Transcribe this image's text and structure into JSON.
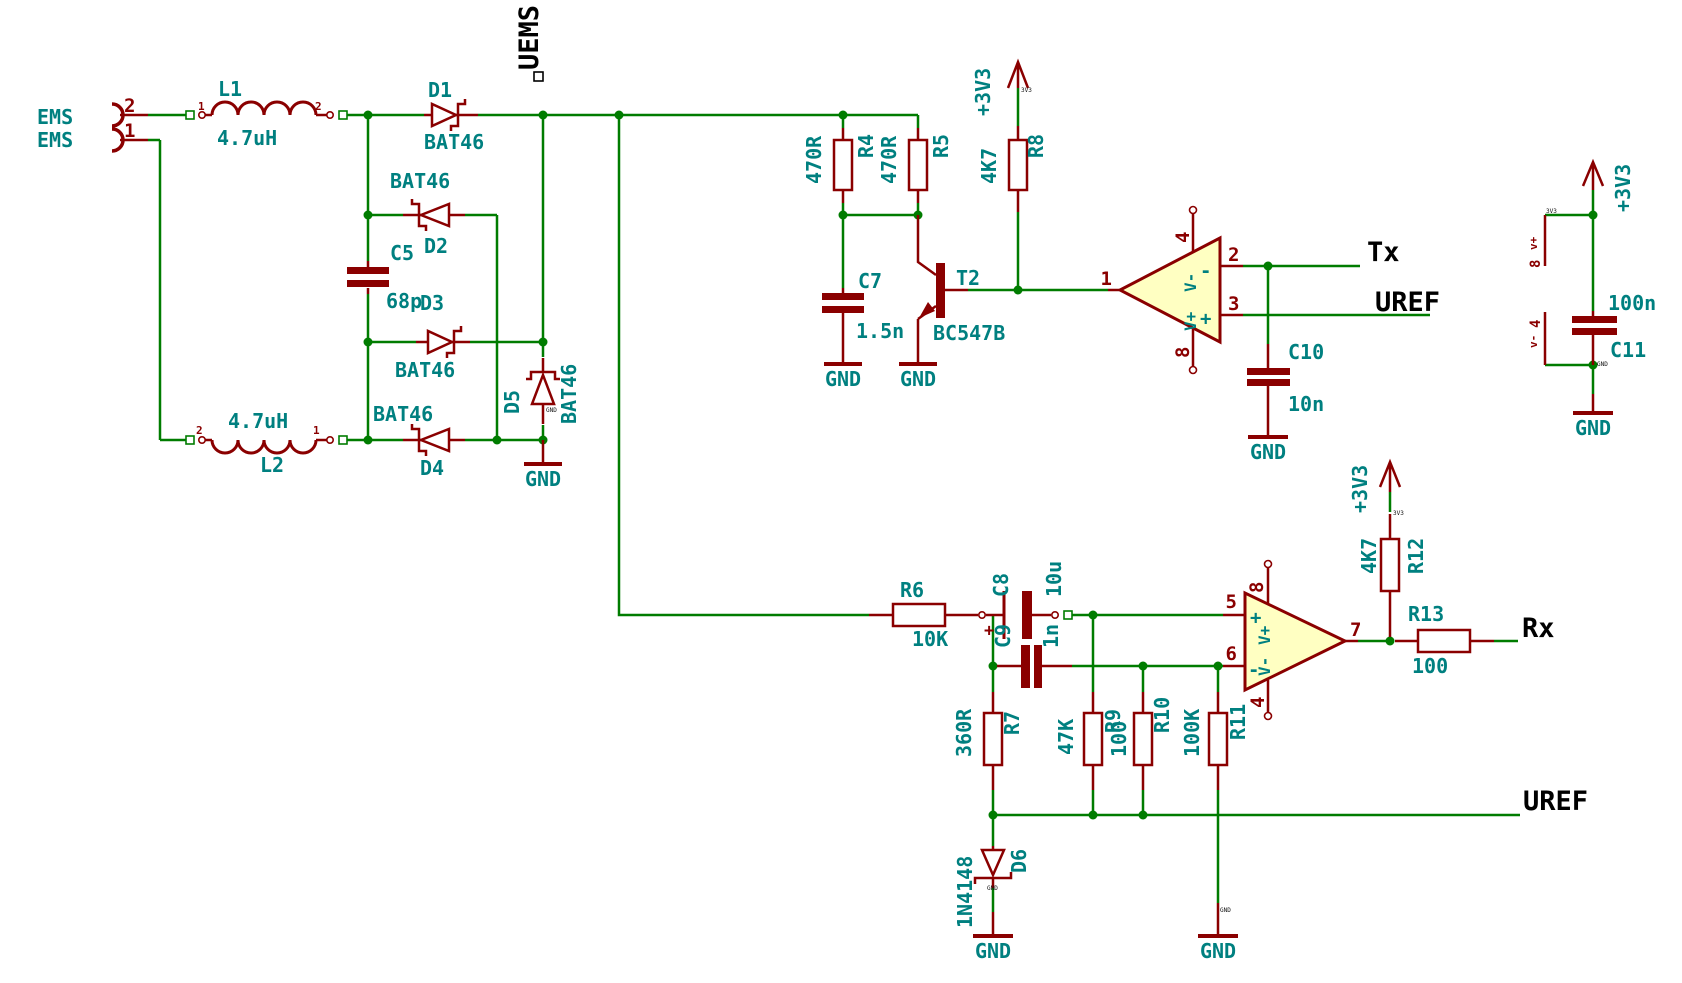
{
  "colors": {
    "wire": "#007C00",
    "symbol": "#8A0000",
    "label": "#008080",
    "net_label": "#000000",
    "opamp_fill": "#FFFFC2",
    "background": "#FFFFFF"
  },
  "net_labels": {
    "uems": "UEMS",
    "tx": "Tx",
    "uref": "UREF",
    "rx": "Rx"
  },
  "power": {
    "v33": "+3V3",
    "gnd": "GND"
  },
  "micro": {
    "v33": "3V3",
    "gnd": "GND"
  },
  "connector": {
    "name": "EMS",
    "pin1": "1",
    "pin2": "2"
  },
  "inductor_pins": {
    "p1": "1",
    "p2": "2"
  },
  "parts": {
    "L1": {
      "name": "L1",
      "value": "4.7uH"
    },
    "L2": {
      "name": "L2",
      "value": "4.7uH"
    },
    "D1": {
      "name": "D1",
      "value": "BAT46"
    },
    "D2": {
      "name": "D2",
      "value": "BAT46"
    },
    "D3": {
      "name": "D3",
      "value": "BAT46"
    },
    "D4": {
      "name": "D4",
      "value": "BAT46"
    },
    "D5": {
      "name": "D5",
      "value": "BAT46"
    },
    "D6": {
      "name": "D6",
      "value": "1N4148"
    },
    "C5": {
      "name": "C5",
      "value": "68p"
    },
    "C7": {
      "name": "C7",
      "value": "1.5n"
    },
    "C8": {
      "name": "C8",
      "value": "10u",
      "polarity": "+"
    },
    "C9": {
      "name": "C9",
      "value": "1n"
    },
    "C10": {
      "name": "C10",
      "value": "10n"
    },
    "C11": {
      "name": "C11",
      "value": "100n"
    },
    "R4": {
      "name": "R4",
      "value": "470R"
    },
    "R5": {
      "name": "R5",
      "value": "470R"
    },
    "R6": {
      "name": "R6",
      "value": "10K"
    },
    "R7": {
      "name": "R7",
      "value": "360R"
    },
    "R8": {
      "name": "R8",
      "value": "4K7"
    },
    "R9": {
      "name": "R9",
      "value": "47K"
    },
    "R10": {
      "name": "R10",
      "value": "100"
    },
    "R11": {
      "name": "R11",
      "value": "100K"
    },
    "R12": {
      "name": "R12",
      "value": "4K7"
    },
    "R13": {
      "name": "R13",
      "value": "100"
    },
    "T2": {
      "name": "T2",
      "value": "BC547B"
    }
  },
  "op1": {
    "pin1": "1",
    "pin2": "2",
    "pin3": "3",
    "pin4": "4",
    "pin8": "8",
    "vminus": "V-",
    "vplus": "V+",
    "minus": "-",
    "plus": "+"
  },
  "op2": {
    "pin4": "4",
    "pin5": "5",
    "pin6": "6",
    "pin7": "7",
    "pin8": "8",
    "vminus": "V-",
    "vplus": "V+",
    "minus": "-",
    "plus": "+"
  },
  "ic_power": {
    "vplus": "v+",
    "num8": "8",
    "num4": "4",
    "vminus": "v-"
  }
}
